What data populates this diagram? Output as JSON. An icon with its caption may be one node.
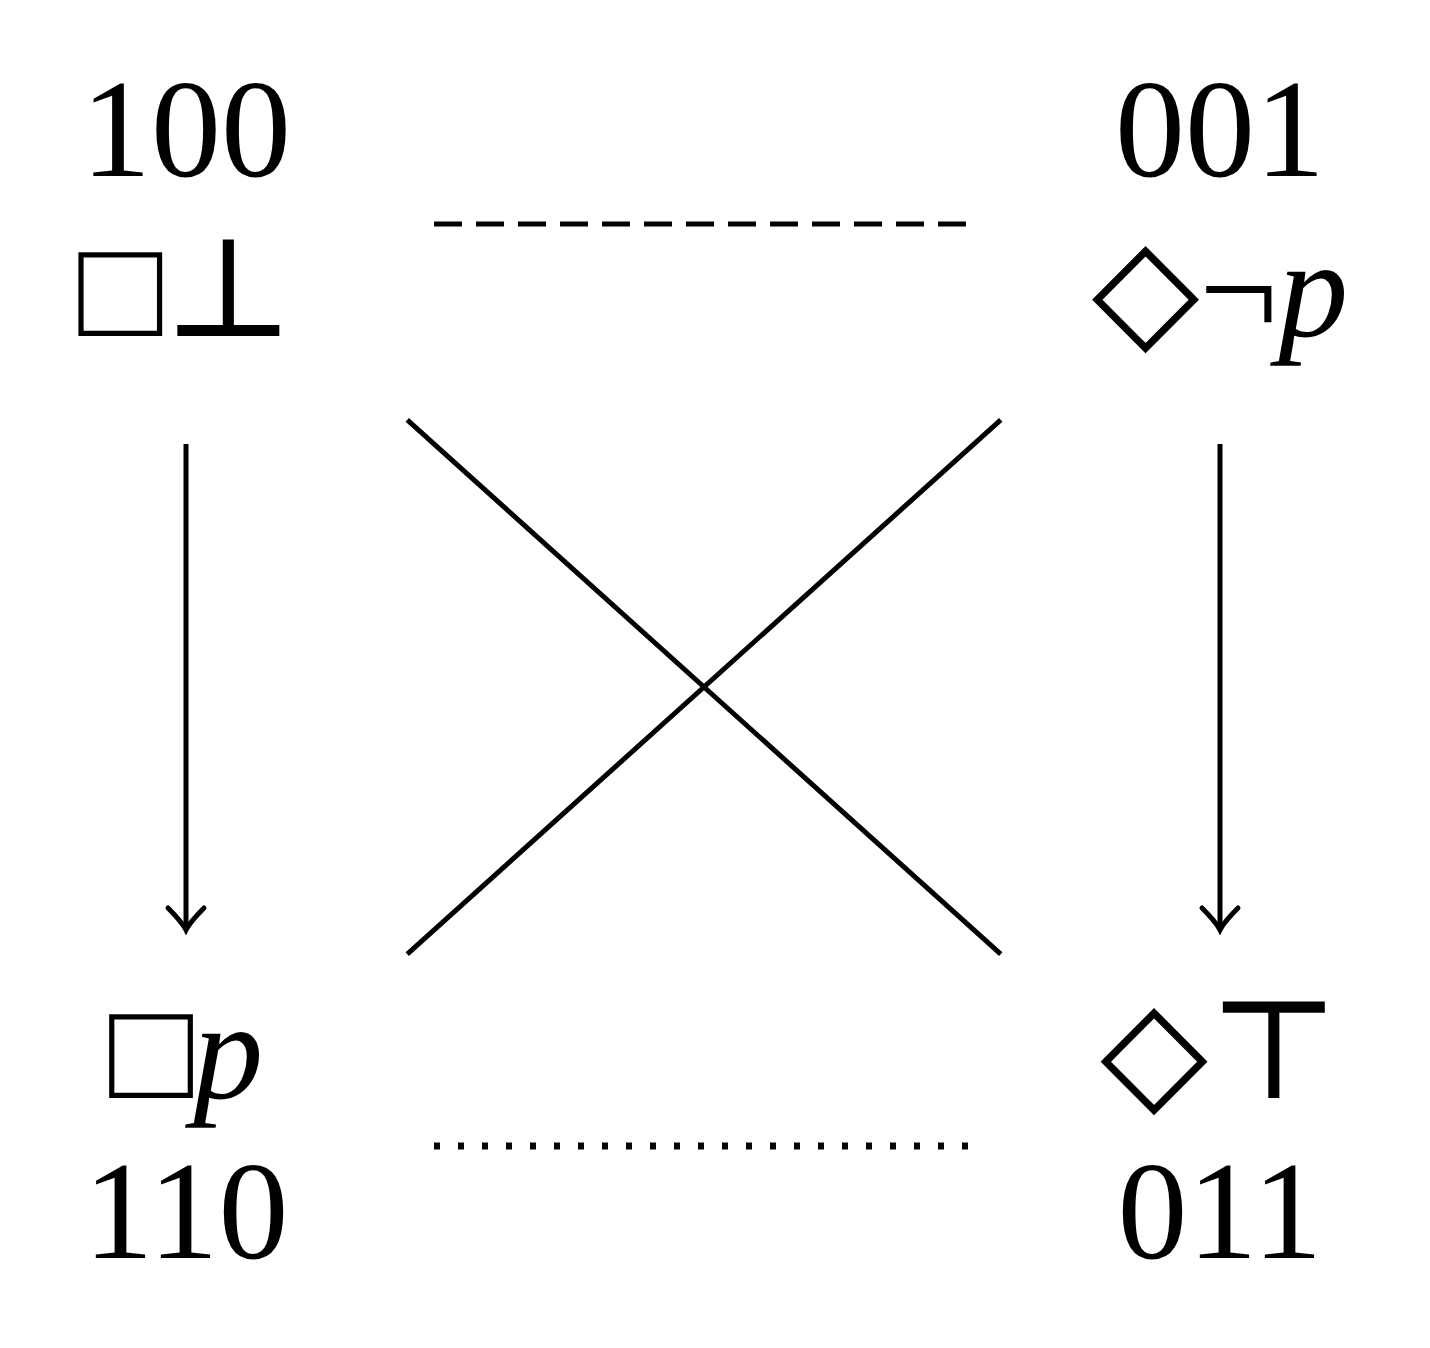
{
  "diagram": {
    "nodes": [
      {
        "text": [
          "100",
          "□⊥"
        ]
      },
      {
        "text": [
          "001",
          "◇¬*p*"
        ]
      },
      {
        "text": [
          "□*p*",
          "110"
        ]
      },
      {
        "text": [
          "◇⊤",
          "011"
        ]
      }
    ],
    "edges": [
      {
        "from": 0,
        "to": 1,
        "arrow": "none",
        "style": "dashed"
      },
      {
        "from": 0,
        "to": 2,
        "arrow": "to"
      },
      {
        "from": 1,
        "to": 3,
        "arrow": "to"
      },
      {
        "from": 0,
        "to": 3,
        "arrow": "none"
      },
      {
        "from": 1,
        "to": 2,
        "arrow": "none"
      },
      {
        "from": 2,
        "to": 3,
        "arrow": "none",
        "style": "dashed"
      }
    ]
  }
}
